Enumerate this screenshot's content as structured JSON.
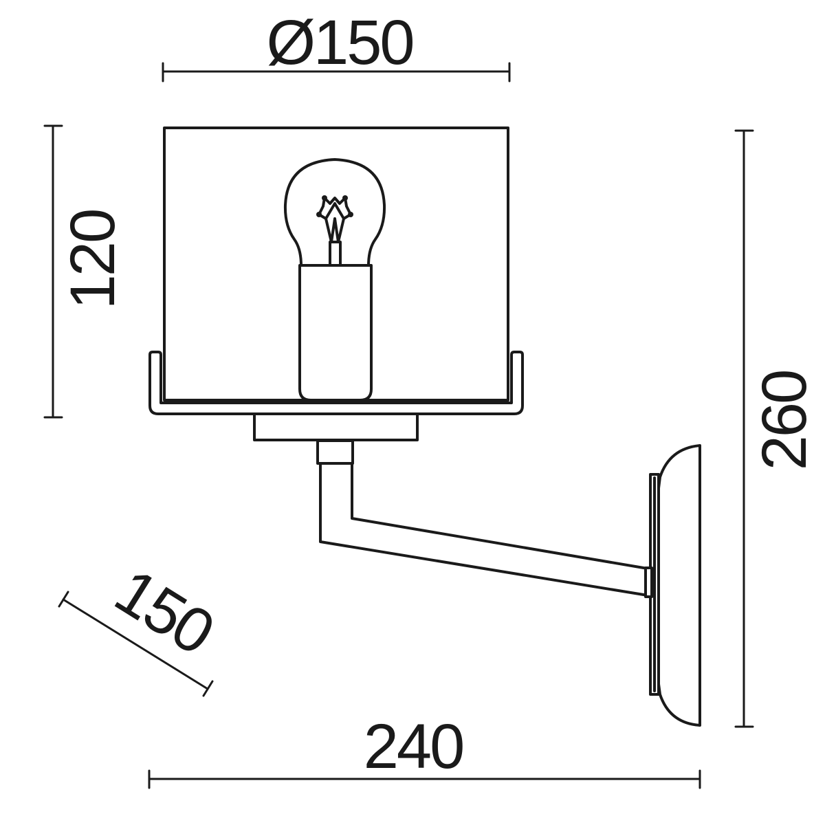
{
  "drawing": {
    "dimensions": {
      "shade_diameter": "Ø150",
      "shade_height": "120",
      "total_height": "260",
      "depth": "150",
      "projection": "240"
    }
  }
}
